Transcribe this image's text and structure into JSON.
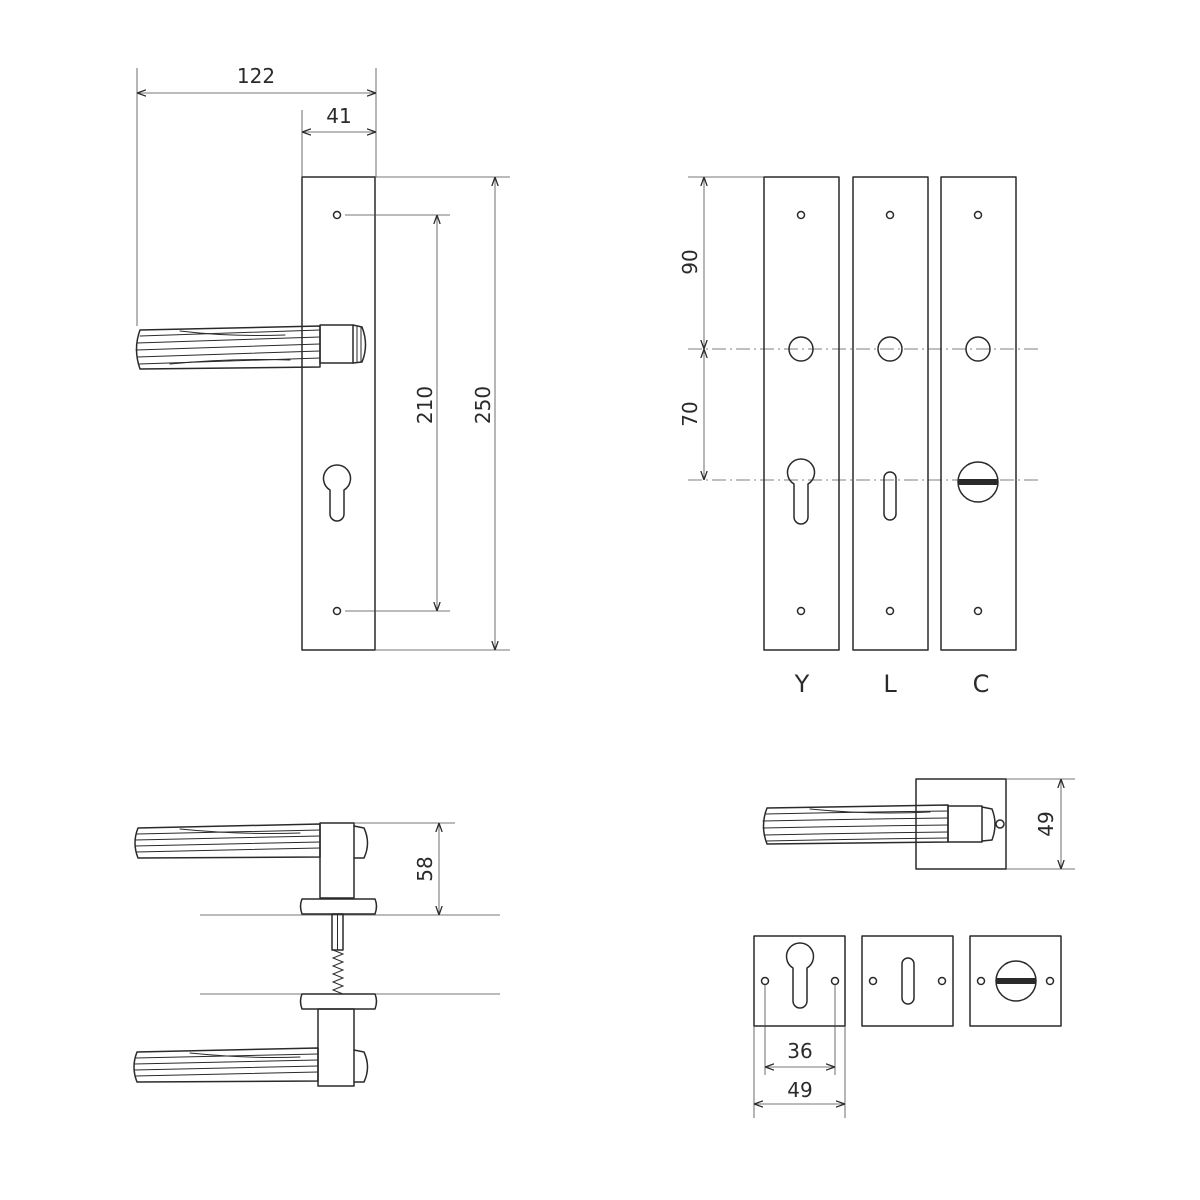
{
  "front_view": {
    "dims": {
      "handle_projection": "122",
      "plate_width": "41",
      "screw_spacing": "210",
      "plate_height": "250"
    }
  },
  "variants_view": {
    "dims": {
      "top_to_axis": "90",
      "axis_to_lock": "70"
    },
    "labels": {
      "y": "Y",
      "l": "L",
      "c": "C"
    }
  },
  "side_view": {
    "dims": {
      "handle_height": "58"
    }
  },
  "rosette_view": {
    "dims": {
      "rosette_size": "49",
      "screw_spacing": "36",
      "rosette_width": "49"
    }
  }
}
